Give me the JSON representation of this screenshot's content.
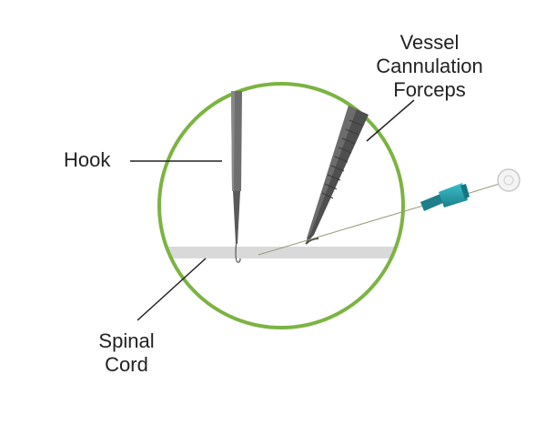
{
  "labels": {
    "hook": "Hook",
    "forceps": [
      "Vessel",
      "Cannulation",
      "Forceps"
    ],
    "spinal_cord": [
      "Spinal",
      "Cord"
    ]
  },
  "colors": {
    "circle": "#7cb342",
    "tool_dark": "#555555",
    "tool_mid": "#6e6e6e",
    "cord": "#d9d9d9",
    "needle_hub": "#2aa7b5",
    "needle_hub_dark": "#1c7f8a",
    "leader": "#222222",
    "suture": "#9a9a7a"
  },
  "icons": {
    "hook": "hook-instrument-icon",
    "forceps": "forceps-instrument-icon",
    "needle": "syringe-needle-icon"
  }
}
